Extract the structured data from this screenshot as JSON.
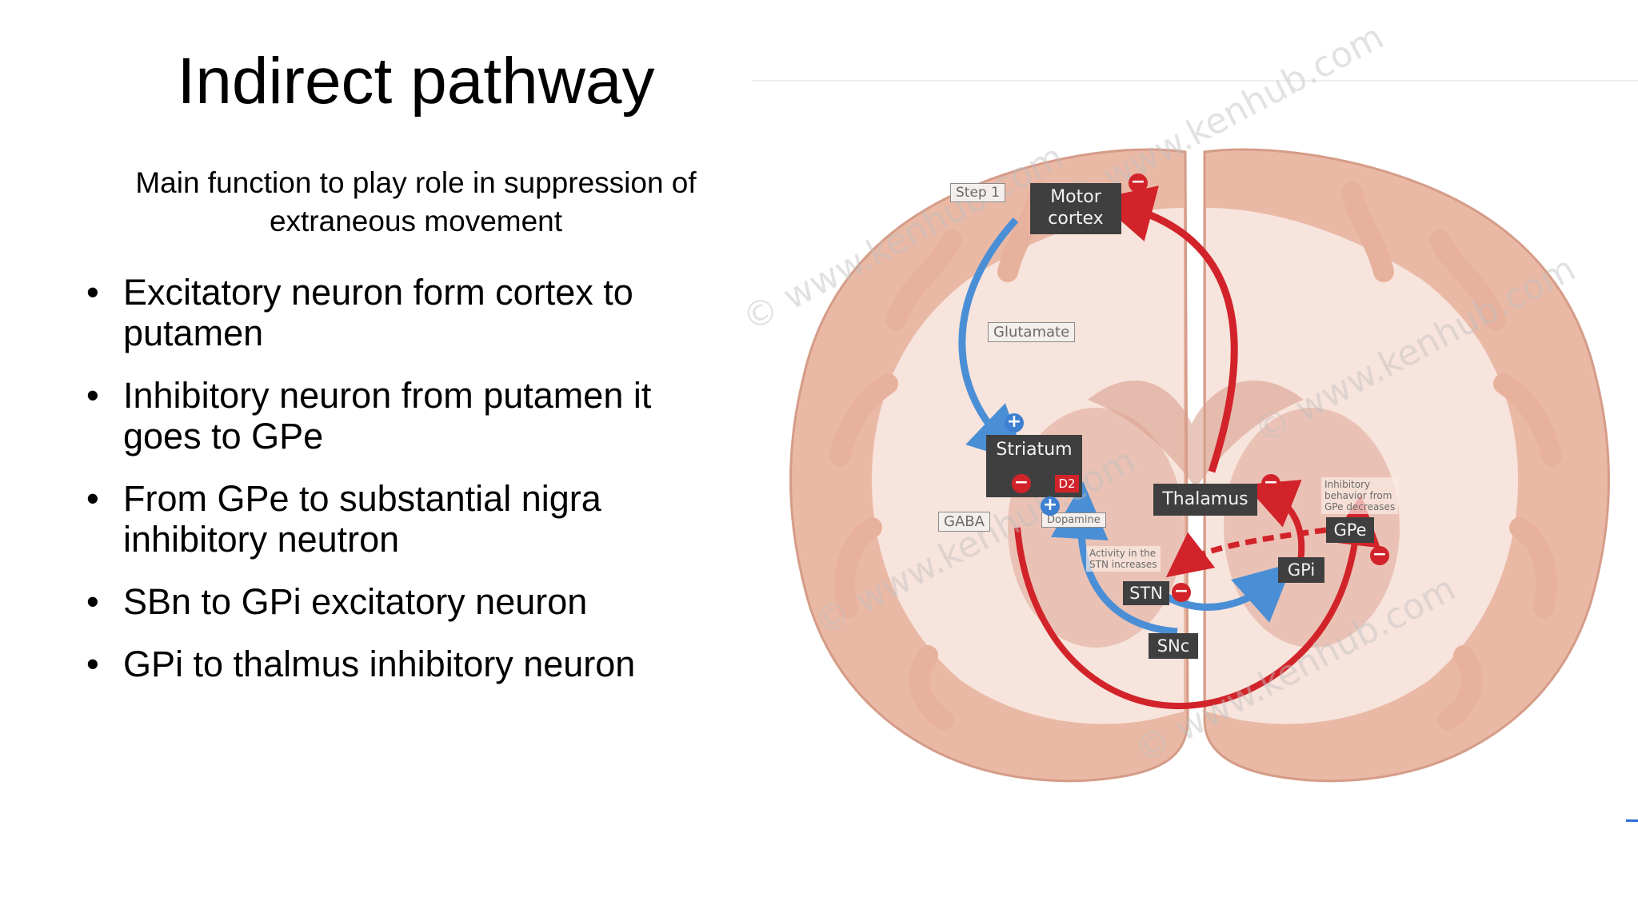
{
  "slide": {
    "title": "Indirect pathway",
    "subtitle_line1": "Main function to play role in suppression  of",
    "subtitle_line2": "extraneous movement",
    "bullets": [
      {
        "line1": "Excitatory neuron form cortex to",
        "line2": "putamen"
      },
      {
        "line1": "Inhibitory neuron from putamen it",
        "line2": "goes to GPe"
      },
      {
        "line1": "From GPe to substantial nigra",
        "line2": "inhibitory neutron"
      },
      {
        "line1": "SBn to GPi  excitatory neuron",
        "line2": ""
      },
      {
        "line1": "GPi to thalmus inhibitory neuron",
        "line2": ""
      }
    ],
    "bullet_symbol": "•"
  },
  "diagram": {
    "step_label": "Step 1",
    "motor_cortex_line1": "Motor",
    "motor_cortex_line2": "cortex",
    "glutamate": "Glutamate",
    "striatum": "Striatum",
    "d2": "D2",
    "gaba": "GABA",
    "dopamine": "Dopamine",
    "thalamus": "Thalamus",
    "gpe": "GPe",
    "gpi": "GPi",
    "stn": "STN",
    "snc": "SNc",
    "note_stn_line1": "Activity in the",
    "note_stn_line2": "STN increases",
    "note_gpe_line1": "Inhibitory",
    "note_gpe_line2": "behavior from",
    "note_gpe_line3": "GPe decreases",
    "plus_sign": "+",
    "minus_sign": "−",
    "watermark": "© www.kenhub.com",
    "colors": {
      "inhibitory": "#d2232a",
      "excitatory": "#4a8fd6",
      "label_bg": "#3f3f3f",
      "tissue": "#eab9a6",
      "white_matter": "#f7e4dc"
    }
  }
}
